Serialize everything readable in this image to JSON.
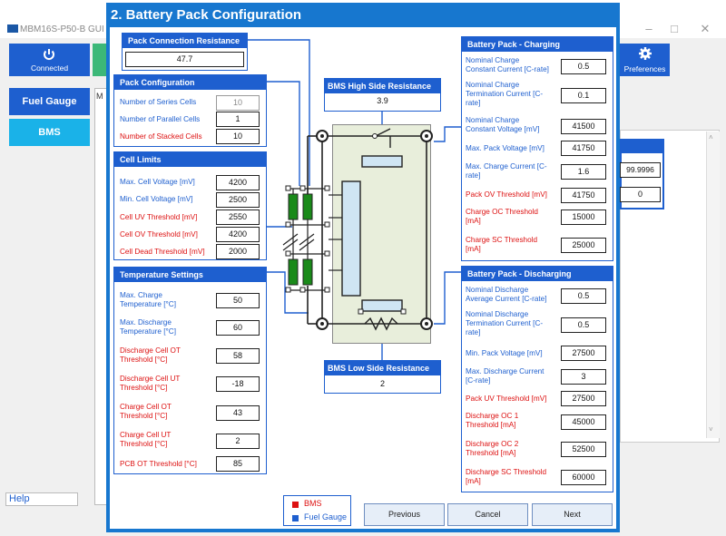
{
  "background_app": {
    "title": "MBM16S-P50-B GUI -",
    "buttons": {
      "connected": "Connected",
      "preferences": "Preferences"
    },
    "sidebar": {
      "fuel_gauge": "Fuel Gauge",
      "bms": "BMS",
      "help": "Help"
    },
    "partial_values": {
      "a": "99.9996",
      "b": "0"
    },
    "partial_label": "M"
  },
  "dialog": {
    "title": "2. Battery Pack Configuration",
    "pack_connection": {
      "label": "Pack Connection Resistance [mΩ]",
      "value": "47.7"
    },
    "pack_config": {
      "title": "Pack Configuration",
      "rows": [
        {
          "label": "Number of Series Cells",
          "value": "10"
        },
        {
          "label": "Number of Parallel Cells",
          "value": "1"
        },
        {
          "label": "Number of Stacked Cells",
          "value": "10"
        }
      ]
    },
    "cell_limits": {
      "title": "Cell Limits",
      "rows": [
        {
          "label": "Max. Cell Voltage [mV]",
          "value": "4200"
        },
        {
          "label": "Min. Cell Voltage [mV]",
          "value": "2500"
        },
        {
          "label": "Cell UV Threshold [mV]",
          "value": "2550"
        },
        {
          "label": "Cell OV Threshold [mV]",
          "value": "4200"
        },
        {
          "label": "Cell Dead Threshold [mV]",
          "value": "2000"
        }
      ]
    },
    "temperature": {
      "title": "Temperature Settings",
      "rows": [
        {
          "label1": "Max. Charge",
          "label2": "Temperature [°C]",
          "value": "50"
        },
        {
          "label1": "Max. Discharge",
          "label2": "Temperature [°C]",
          "value": "60"
        },
        {
          "label1": "Discharge Cell OT",
          "label2": "Threshold [°C]",
          "value": "58"
        },
        {
          "label1": "Discharge Cell UT",
          "label2": "Threshold [°C]",
          "value": "-18"
        },
        {
          "label1": "Charge Cell OT",
          "label2": "Threshold [°C]",
          "value": "43"
        },
        {
          "label1": "Charge Cell UT",
          "label2": "Threshold [°C]",
          "value": "2"
        },
        {
          "label1": "PCB OT Threshold [°C]",
          "label2": "",
          "value": "85"
        }
      ]
    },
    "bms_high": {
      "label": "BMS High Side Resistance [mΩ]",
      "value": "3.9"
    },
    "bms_low": {
      "label": "BMS Low Side Resistance [mΩ]",
      "value": "2"
    },
    "charging": {
      "title": "Battery Pack - Charging",
      "rows": [
        {
          "label1": "Nominal Charge",
          "label2": "Constant Current [C-rate]",
          "label3": "",
          "value": "0.5"
        },
        {
          "label1": "Nominal Charge",
          "label2": "Termination Current [C-",
          "label3": "rate]",
          "value": "0.1"
        },
        {
          "label1": "Nominal Charge",
          "label2": "Constant Voltage [mV]",
          "label3": "",
          "value": "41500"
        },
        {
          "label1": "Max. Pack Voltage [mV]",
          "label2": "",
          "label3": "",
          "value": "41750"
        },
        {
          "label1": "Max. Charge Current [C-",
          "label2": "rate]",
          "label3": "",
          "value": "1.6"
        },
        {
          "label1": "Pack OV Threshold [mV]",
          "label2": "",
          "label3": "",
          "value": "41750"
        },
        {
          "label1": "Charge OC Threshold",
          "label2": "[mA]",
          "label3": "",
          "value": "15000"
        },
        {
          "label1": "Charge SC Threshold",
          "label2": "[mA]",
          "label3": "",
          "value": "25000"
        }
      ]
    },
    "discharging": {
      "title": "Battery Pack - Discharging",
      "rows": [
        {
          "label1": "Nominal Discharge",
          "label2": "Average Current [C-rate]",
          "label3": "",
          "value": "0.5"
        },
        {
          "label1": "Nominal Discharge",
          "label2": "Termination Current [C-",
          "label3": "rate]",
          "value": "0.5"
        },
        {
          "label1": "Min. Pack Voltage [mV]",
          "label2": "",
          "label3": "",
          "value": "27500"
        },
        {
          "label1": "Max. Discharge Current",
          "label2": "[C-rate]",
          "label3": "",
          "value": "3"
        },
        {
          "label1": "Pack UV Threshold [mV]",
          "label2": "",
          "label3": "",
          "value": "27500"
        },
        {
          "label1": "Discharge OC 1",
          "label2": "Threshold [mA]",
          "label3": "",
          "value": "45000"
        },
        {
          "label1": "Discharge OC 2",
          "label2": "Threshold [mA]",
          "label3": "",
          "value": "52500"
        },
        {
          "label1": "Discharge SC Threshold",
          "label2": "[mA]",
          "label3": "",
          "value": "60000"
        }
      ]
    },
    "legend": {
      "bms": "BMS",
      "fuel_gauge": "Fuel Gauge"
    },
    "buttons": {
      "previous": "Previous",
      "cancel": "Cancel",
      "next": "Next"
    }
  },
  "colors": {
    "accent": "#1e5fcf",
    "title_bar": "#1777cf",
    "red_label": "#dd1111",
    "cell_green": "#1a8a1a"
  }
}
